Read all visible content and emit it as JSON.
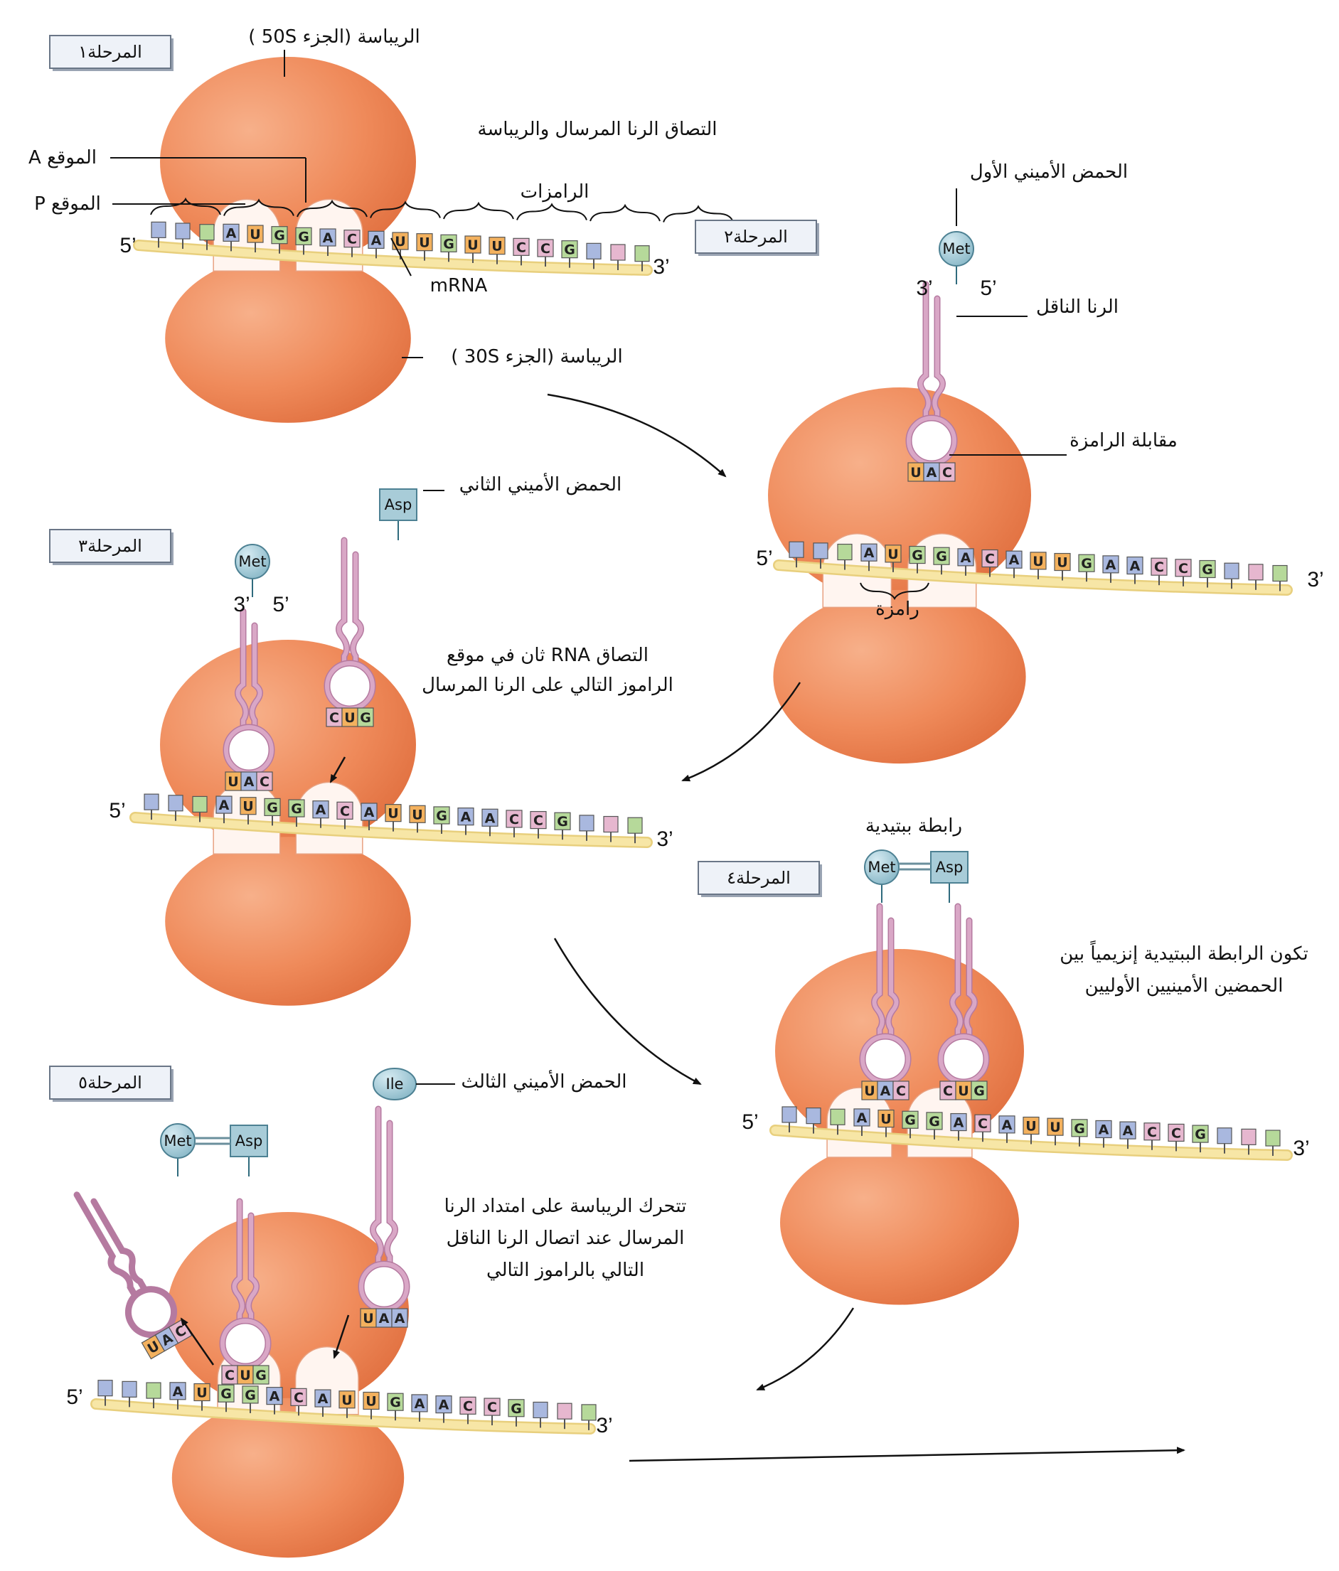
{
  "colors": {
    "ribosome": "#ef8a5a",
    "ribosome_edge": "#d9683c",
    "mrna": "#f7e6a6",
    "trna": "#d9a7c6",
    "amino": "#a8ccd8",
    "base_A": "#a9b8df",
    "base_U": "#f3b15e",
    "base_G": "#b6d99a",
    "base_C": "#e6b7cf"
  },
  "stages": [
    {
      "label": "المرحلة١"
    },
    {
      "label": "المرحلة٢"
    },
    {
      "label": "المرحلة٣"
    },
    {
      "label": "المرحلة٤"
    },
    {
      "label": "المرحلة٥"
    }
  ],
  "labels": {
    "large_subunit": "الريباسة (الجزء 50S )",
    "small_subunit": "الريباسة (الجزء 30S )",
    "binding": "التصاق الرنا المرسال والريباسة",
    "site_a": "الموقع A",
    "site_p": "الموقع P",
    "codons": "الرامزات",
    "mrna": "mRNA",
    "first_aa": "الحمض الأميني الأول",
    "trna": "الرنا الناقل",
    "anticodon": "مقابلة الرامزة",
    "codon": "رامزة",
    "second_aa": "الحمض الأميني الثاني",
    "stage3_line1": "التصاق RNA ثان في موقع",
    "stage3_line2": "الراموز التالي على الرنا المرسال",
    "peptide_bond": "رابطة ببتيدية",
    "stage4_line1": "تكون الرابطة الببتيدية إنزيمياً بين",
    "stage4_line2": "الحمضين الأمينيين الأوليين",
    "third_aa": "الحمض الأميني الثالث",
    "stage5_line1": "تتحرك الريباسة على امتداد الرنا",
    "stage5_line2": "المرسال عند اتصال الرنا الناقل",
    "stage5_line3": "التالي بالراموز التالي",
    "five_prime": "5’",
    "three_prime": "3’"
  },
  "sequence": [
    "A",
    "U",
    "G",
    "G",
    "A",
    "C",
    "A",
    "U",
    "U",
    "G",
    "U",
    "U",
    "C",
    "C",
    "G"
  ],
  "sequence_later": [
    "A",
    "U",
    "G",
    "G",
    "A",
    "C",
    "A",
    "U",
    "U",
    "G",
    "A",
    "A",
    "C",
    "C",
    "G"
  ],
  "amino_acids": {
    "met": "Met",
    "asp": "Asp",
    "ile": "Ile"
  },
  "anticodons": {
    "first": [
      "U",
      "A",
      "C"
    ],
    "second": [
      "C",
      "U",
      "G"
    ],
    "third": [
      "U",
      "A",
      "A"
    ]
  }
}
